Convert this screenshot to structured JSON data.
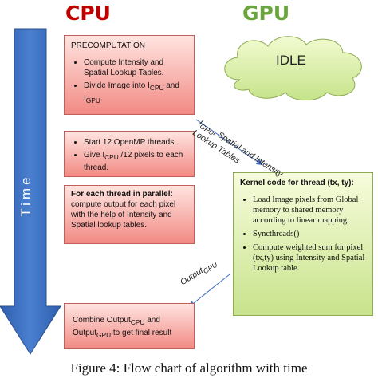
{
  "headers": {
    "cpu": "CPU",
    "gpu": "GPU"
  },
  "time_label": "Time",
  "idle": "IDLE",
  "precomp": {
    "title": "PRECOMPUTATION",
    "items": [
      "Compute Intensity and Spatial Lookup Tables.",
      "Divide Image into I",
      "CPU",
      " and I",
      "GPU",
      "."
    ]
  },
  "threads": {
    "item1": "Start 12 OpenMP threads",
    "item2_a": "Give I",
    "item2_sub": "CPU",
    "item2_b": " /12 pixels to each thread."
  },
  "parallel": {
    "title": "For each thread in parallel:",
    "body": "compute output for each pixel with the help of Intensity and Spatial lookup tables."
  },
  "combine": {
    "a": "Combine Output",
    "sub1": "CPU",
    "b": " and Output",
    "sub2": "GPU",
    "c": " to get final result"
  },
  "kernel": {
    "title": "Kernel code for thread (tx, ty):",
    "items": [
      "Load Image pixels from Global memory to shared memory according to linear mapping.",
      "Syncthreads()",
      "Compute weighted sum for pixel (tx,ty) using Intensity and Spatial Lookup table."
    ]
  },
  "lookup_label": {
    "a": "I",
    "sub": "GPU",
    "b": ", Spatial and Intensity Lookup Tables"
  },
  "output_label": {
    "a": "Output",
    "sub": "GPU"
  },
  "caption": "Figure 4: Flow chart of algorithm with time",
  "colors": {
    "cpu": "#c00000",
    "gpu": "#6aa43c",
    "time_arrow": "#3f6ebf",
    "cpu_box": "#f28a84",
    "gpu_box": "#c8e38c"
  }
}
